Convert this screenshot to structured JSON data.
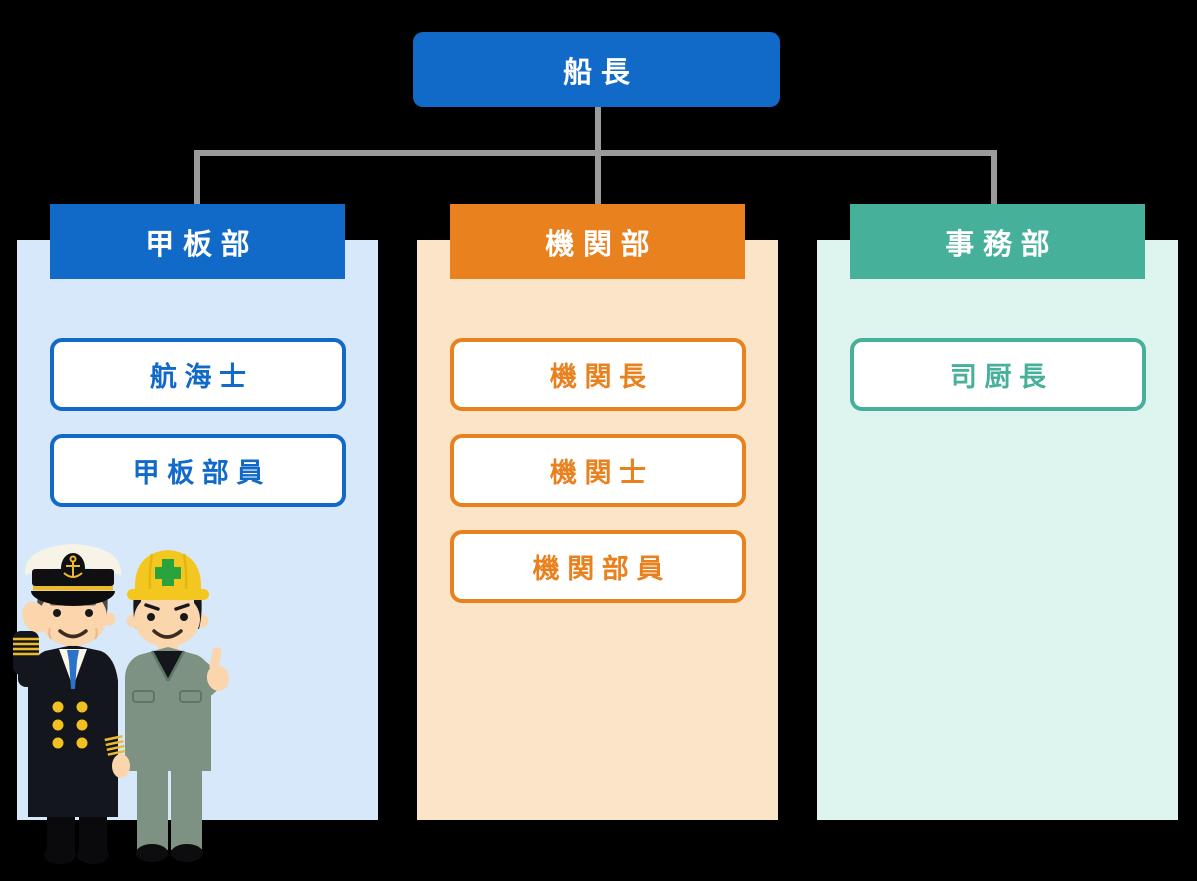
{
  "theme": {
    "background": "#000000",
    "line_gray": "#9b9b9b",
    "white": "#ffffff",
    "blue": "#1169c8",
    "blue_light": "#d7e8fb",
    "orange": "#e8811e",
    "orange_light": "#fce4c8",
    "teal": "#47b09a",
    "teal_light": "#def4ee"
  },
  "org": {
    "root": {
      "label": "船長"
    },
    "departments": [
      {
        "label": "甲板部",
        "accent": "#1169c8",
        "panel": "#d7e8fb",
        "members": [
          "航海士",
          "甲板部員"
        ]
      },
      {
        "label": "機関部",
        "accent": "#e8811e",
        "panel": "#fce4c8",
        "members": [
          "機関長",
          "機関士",
          "機関部員"
        ]
      },
      {
        "label": "事務部",
        "accent": "#47b09a",
        "panel": "#def4ee",
        "members": [
          "司厨長"
        ]
      }
    ]
  }
}
